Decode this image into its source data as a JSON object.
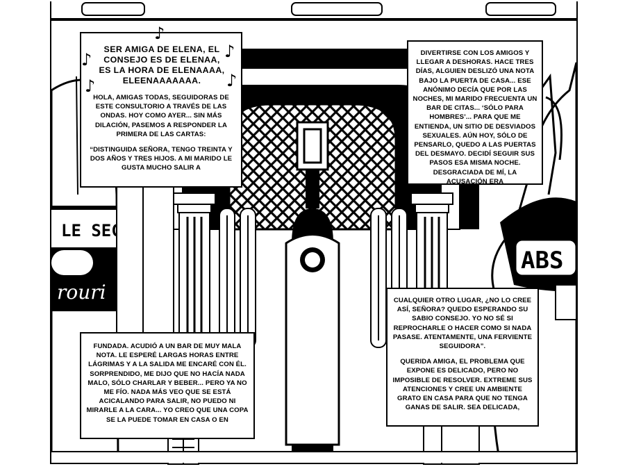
{
  "captions": {
    "top_left": {
      "song": "SER AMIGA DE ELENA, EL CONSEJO ES DE ELENAA, ES LA HORA DE ELENAAAA, ELEENAAAAAAA.",
      "intro": "HOLA, AMIGAS TODAS, SEGUIDORAS DE ESTE CONSULTORIO A TRAVÉS DE LAS ONDAS. HOY COMO AYER... SIN MÁS DILACIÓN, PASEMOS A RESPONDER LA PRIMERA DE LAS CARTAS:",
      "letter": "“DISTINGUIDA SEÑORA, TENGO TREINTA Y DOS AÑOS Y TRES HIJOS. A MI MARIDO LE GUSTA MUCHO  SALIR A"
    },
    "top_right": {
      "text": "DIVERTIRSE CON LOS AMIGOS Y LLEGAR A DESHORAS. HACE TRES DÍAS, ALGUIEN DESLIZÓ UNA NOTA BAJO LA PUERTA DE CASA... ESE ANÓNIMO DECÍA QUE POR LAS NOCHES, MI MARIDO FRECUENTA UN BAR DE CITAS... ‘SÓLO PARA HOMBRES’... PARA QUE ME ENTIENDA, UN SITIO DE DESVIADOS SEXUALES. AÚN HOY, SÓLO DE PENSARLO, QUEDO A LAS PUERTAS DEL DESMAYO. DECIDÍ SEGUIR SUS PASOS ESA MISMA NOCHE. DESGRACIADA DE MÍ, LA ACUSACIÓN ERA"
    },
    "bottom_left": {
      "text": "FUNDADA. ACUDIÓ A UN BAR DE MUY MALA NOTA. LE ESPERÉ LARGAS HORAS ENTRE LÁGRIMAS Y A LA SALIDA ME ENCARÉ CON ÉL. SORPRENDIDO, ME DIJO QUE NO HACÍA NADA MALO, SÓLO CHARLAR Y BEBER... PERO YA NO ME FÍO. NADA MÁS VEO QUE SE ESTÁ ACICALANDO PARA SALIR, NO PUEDO NI MIRARLE A LA CARA... YO CREO QUE UNA COPA SE LA PUEDE TOMAR EN CASA O EN"
    },
    "bottom_right": {
      "letter_end": "CUALQUIER OTRO LUGAR, ¿NO LO CREE ASÍ, SEÑORA? QUEDO ESPERANDO SU SABIO CONSEJO. YO NO SÉ SI REPROCHARLE O HACER COMO SI NADA PASASE. ATENTAMENTE, UNA FERVIENTE SEGUIDORA”.",
      "reply": "QUERIDA AMIGA, EL PROBLEMA QUE EXPONE ES DELICADO, PERO NO IMPOSIBLE DE RESOLVER. EXTREME SUS ATENCIONES Y CREE UN AMBIENTE GRATO EN CASA PARA QUE NO TENGA GANAS DE SALIR. SEA DELICADA,"
    }
  },
  "bottle_labels": {
    "left_brand": "LE SECO",
    "left_script": "rouri",
    "right_brand": "ABS"
  },
  "music_note_glyph": "♪",
  "colors": {
    "ink": "#000000",
    "paper": "#ffffff"
  }
}
